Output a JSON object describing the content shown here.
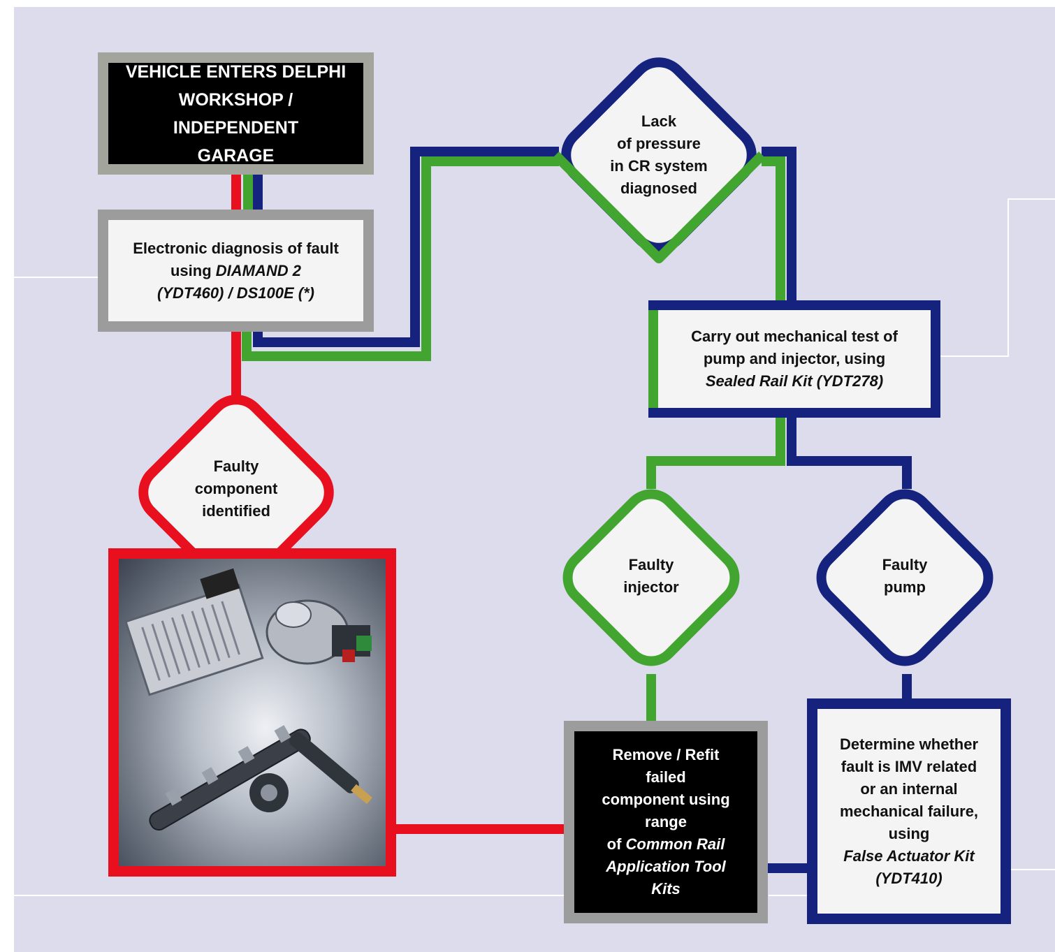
{
  "colors": {
    "red": "#e8101e",
    "green": "#42a530",
    "navy": "#16237e",
    "grey": "#a3a49c",
    "background": "#dcdcec"
  },
  "nodes": {
    "start": {
      "lines": [
        "VEHICLE ENTERS DELPHI",
        "WORKSHOP / INDEPENDENT",
        "GARAGE"
      ]
    },
    "diagnosis": {
      "line1": "Electronic diagnosis of fault",
      "line2_prefix": "using ",
      "line2_italic": "DIAMAND 2",
      "line3_italic": "(YDT460) / DS100E (*)"
    },
    "lack_pressure": {
      "lines": [
        "Lack",
        "of pressure",
        "in CR system",
        "diagnosed"
      ]
    },
    "mech_test": {
      "line1": "Carry out mechanical test of",
      "line2": "pump and injector, using",
      "line3_italic": "Sealed Rail Kit (YDT278)"
    },
    "faulty_component": {
      "lines": [
        "Faulty",
        "component",
        "identified"
      ]
    },
    "faulty_injector": {
      "lines": [
        "Faulty",
        "injector"
      ]
    },
    "faulty_pump": {
      "lines": [
        "Faulty",
        "pump"
      ]
    },
    "remove_refit": {
      "line1": "Remove / Refit",
      "line2": "failed",
      "line3": "component using",
      "line4": "range",
      "line5_prefix": "of ",
      "line5_italic": "Common Rail",
      "line6_italic": "Application Tool",
      "line7_italic": "Kits"
    },
    "determine": {
      "line1": "Determine whether",
      "line2": "fault is IMV related",
      "line3": "or an internal",
      "line4": "mechanical failure,",
      "line5": "using",
      "line6_italic": "False Actuator Kit",
      "line7_italic": "(YDT410)"
    }
  }
}
